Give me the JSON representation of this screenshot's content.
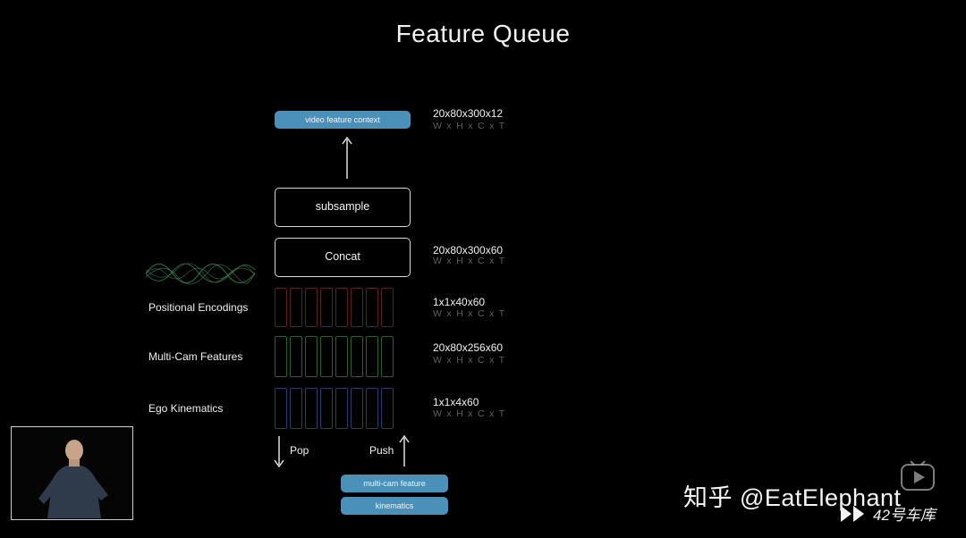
{
  "title": "Feature Queue",
  "output": {
    "label": "video feature context",
    "dims": "20x80x300x12",
    "dims_axes": "W x H x C x T"
  },
  "subsample": {
    "label": "subsample"
  },
  "concat": {
    "label": "Concat",
    "dims": "20x80x300x60",
    "dims_axes": "W x H x C x T"
  },
  "rows": [
    {
      "label": "Positional Encodings",
      "dims": "1x1x40x60",
      "dims_axes": "W x H x C x T",
      "color": "#5a1f1f"
    },
    {
      "label": "Multi-Cam Features",
      "dims": "20x80x256x60",
      "dims_axes": "W x H x C x T",
      "color": "#2e5f30"
    },
    {
      "label": "Ego Kinematics",
      "dims": "1x1x4x60",
      "dims_axes": "W x H x C x T",
      "color": "#253f6a"
    }
  ],
  "queue_ops": {
    "pop": "Pop",
    "push": "Push"
  },
  "inputs": [
    {
      "label": "multi-cam feature"
    },
    {
      "label": "kinematics"
    }
  ],
  "colors": {
    "pill": "#4b90b8",
    "pill_text": "#e8f6ff"
  },
  "watermark": {
    "text": "知乎 @EatElephant",
    "logo_text": "42号车库"
  }
}
